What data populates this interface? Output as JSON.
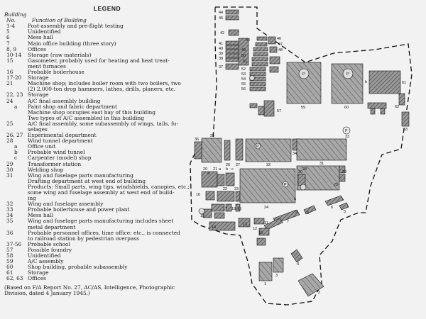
{
  "legend": {
    "title": "LEGEND",
    "col_building": "Building",
    "col_no": "No.",
    "col_function": "Function of Building",
    "rows": [
      {
        "n": "1-4",
        "d": "Post-assembly and pre-flight testing"
      },
      {
        "n": "5",
        "d": "Unidentified"
      },
      {
        "n": "6",
        "d": "Mess hall"
      },
      {
        "n": "7",
        "d": "Main office building (three story)"
      },
      {
        "n": "8, 9",
        "d": "Offices"
      },
      {
        "n": "10-14",
        "d": "Storage (raw materials)"
      },
      {
        "n": "15",
        "d": "Gasometer, probably used for heating and heat treat-"
      },
      {
        "n": "",
        "d": "ment furnaces"
      },
      {
        "n": "16",
        "d": "Probable boilerhouse"
      },
      {
        "n": "17-20",
        "d": "Storage"
      },
      {
        "n": "21",
        "d": "Machine shop; includes boiler room with two boilers, two"
      },
      {
        "n": "",
        "d": "(2) 2,000-ton drop hammers, lathes, drills, planers, etc."
      },
      {
        "n": "22, 23",
        "d": "Storage"
      },
      {
        "n": "24",
        "d": "A/C final assembly building"
      },
      {
        "n": "a",
        "d": "Paint shop and fabric department",
        "sub": true
      },
      {
        "n": "",
        "d": "Machine shop occupies east bay of this building"
      },
      {
        "n": "",
        "d": "Two types of A/C assembled in this building"
      },
      {
        "n": "25",
        "d": "A/C final assembly, some subassembly of wings, tails, fu-"
      },
      {
        "n": "",
        "d": "selages"
      },
      {
        "n": "26, 27",
        "d": "Experimental department"
      },
      {
        "n": "28",
        "d": "Wind tunnel department"
      },
      {
        "n": "a",
        "d": "Office unit",
        "sub": true
      },
      {
        "n": "b",
        "d": "Probable wind tunnel",
        "sub": true
      },
      {
        "n": "c",
        "d": "Carpenter (model) shop",
        "sub": true
      },
      {
        "n": "29",
        "d": "Transformer station"
      },
      {
        "n": "30",
        "d": "Welding shop"
      },
      {
        "n": "31",
        "d": "Wing and fuselage parts manufacturing"
      },
      {
        "n": "",
        "d": "Drafting department at west end of building"
      },
      {
        "n": "",
        "d": "Products: Small parts, wing tips, windshields, canopies, etc.;"
      },
      {
        "n": "",
        "d": "some wing and fuselage assembly at west end of build-"
      },
      {
        "n": "",
        "d": "ing"
      },
      {
        "n": "32",
        "d": "Wing and fuselage assembly"
      },
      {
        "n": "33",
        "d": "Probable boilerhouse and power plant"
      },
      {
        "n": "34",
        "d": "Mess hall"
      },
      {
        "n": "35",
        "d": "Wing and fuselage parts manufacturing includes sheet"
      },
      {
        "n": "",
        "d": "metal department"
      },
      {
        "n": "36",
        "d": "Probable personnel offices, time office; etc., is connected"
      },
      {
        "n": "",
        "d": "to railroad station by pedestrian overpass"
      },
      {
        "n": "37-56",
        "d": "Probable school"
      },
      {
        "n": "57",
        "d": "Possible foundry"
      },
      {
        "n": "58",
        "d": "Unidentified"
      },
      {
        "n": "59",
        "d": "A/C assembly"
      },
      {
        "n": "60",
        "d": "Shop building, probable subassembly"
      },
      {
        "n": "61",
        "d": "Storage"
      },
      {
        "n": "62, 63",
        "d": "Offices"
      }
    ],
    "source": "(Based on F/A Report No. 27, AC/AS, Intelligence, Photographic Division, dated 4 January 1945.)"
  },
  "map_labels": {
    "b44": "44",
    "b45": "45",
    "b43": "43",
    "b42": "42",
    "b41": "41",
    "b40": "40",
    "b39": "39",
    "b38": "38",
    "b37": "37",
    "b46": "46",
    "b47": "47",
    "b48": "48",
    "b49": "49",
    "b50": "50",
    "b51": "51",
    "b52": "52",
    "b53": "53",
    "b54": "54",
    "b55": "55",
    "b56": "56",
    "b57": "57",
    "b59": "59",
    "b60": "60",
    "b61": "61",
    "b62": "62",
    "b63": "63",
    "b58": "b",
    "b35": "35",
    "b36": "36",
    "b26": "26",
    "b27": "27",
    "b34": "34",
    "b33": "33",
    "b32": "32",
    "b31": "31",
    "b30": "30",
    "b28": "28",
    "b28a": "a",
    "b28b": "b",
    "b29": "29",
    "b20": "20",
    "b21": "21",
    "b22": "22",
    "b23": "23",
    "b24": "24",
    "b24a": "a",
    "b25": "25",
    "b16": "16",
    "b17": "17",
    "b18": "18",
    "b19": "19",
    "b15": "15",
    "b14": "14",
    "b13": "13",
    "b12": "12",
    "b11": "11",
    "b10": "10",
    "b9": "9",
    "b8": "8",
    "b7": "7",
    "b6": "6",
    "b5": "5",
    "b4": "4",
    "b3": "3",
    "b2": "2",
    "b1": "1",
    "b_p": "P",
    "b_a": "a",
    "b_c": "c"
  }
}
